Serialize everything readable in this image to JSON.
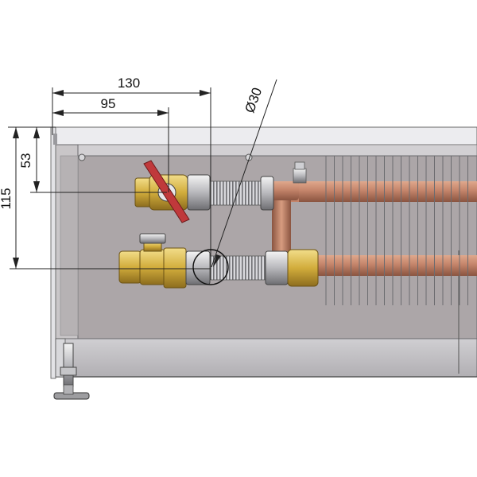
{
  "dimensions": {
    "width_total": "130",
    "width_inner": "95",
    "height_total": "115",
    "height_upper": "53",
    "pipe_diameter": "Ø30"
  },
  "colors": {
    "housing_light": "#e9e9ec",
    "housing_mid": "#b9b6b9",
    "housing_dark": "#7f7d80",
    "interior": "#aaa4a6",
    "copper_pipe": "#c98a6e",
    "brass": "#d6b344",
    "valve_handle": "#c0393b",
    "fin": "#6c6c70"
  },
  "icons": {
    "diameter_symbol": "circle-with-slash-icon"
  }
}
